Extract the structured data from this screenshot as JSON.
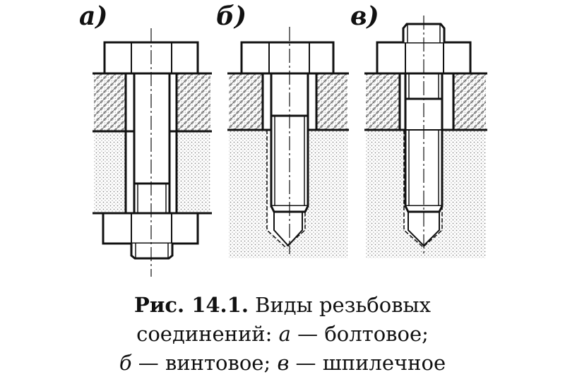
{
  "labels": {
    "a": "а)",
    "b": "б)",
    "c": "в)"
  },
  "caption": {
    "fig_no": "Рис. 14.1.",
    "title": "Виды резьбовых",
    "line2_pre": "соединений: ",
    "letter_a": "а",
    "text_a": " — болтовое;",
    "letter_b": "б",
    "text_b": " — винтовое; ",
    "letter_c": "в",
    "text_c": " — шпилечное"
  },
  "colors": {
    "line": "#111111",
    "hatch": "#9a9a9a",
    "fill": "#ffffff"
  }
}
